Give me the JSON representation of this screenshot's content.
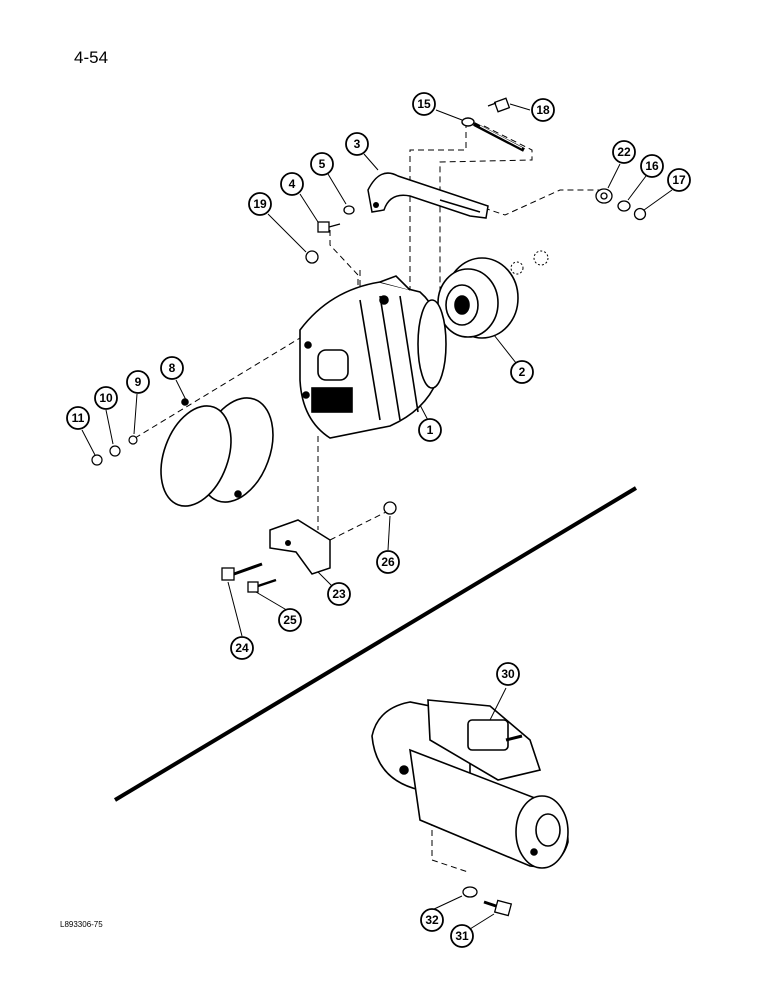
{
  "page": {
    "number": "4-54",
    "figure_code": "L893306-75"
  },
  "callouts": [
    {
      "id": "c1",
      "label": "1"
    },
    {
      "id": "c2",
      "label": "2"
    },
    {
      "id": "c3",
      "label": "3"
    },
    {
      "id": "c4",
      "label": "4"
    },
    {
      "id": "c5",
      "label": "5"
    },
    {
      "id": "c8",
      "label": "8"
    },
    {
      "id": "c9",
      "label": "9"
    },
    {
      "id": "c10",
      "label": "10"
    },
    {
      "id": "c11",
      "label": "11"
    },
    {
      "id": "c15",
      "label": "15"
    },
    {
      "id": "c16",
      "label": "16"
    },
    {
      "id": "c17",
      "label": "17"
    },
    {
      "id": "c18",
      "label": "18"
    },
    {
      "id": "c19",
      "label": "19"
    },
    {
      "id": "c22",
      "label": "22"
    },
    {
      "id": "c23",
      "label": "23"
    },
    {
      "id": "c24",
      "label": "24"
    },
    {
      "id": "c25",
      "label": "25"
    },
    {
      "id": "c26",
      "label": "26"
    },
    {
      "id": "c30",
      "label": "30"
    },
    {
      "id": "c31",
      "label": "31"
    },
    {
      "id": "c32",
      "label": "32"
    }
  ]
}
